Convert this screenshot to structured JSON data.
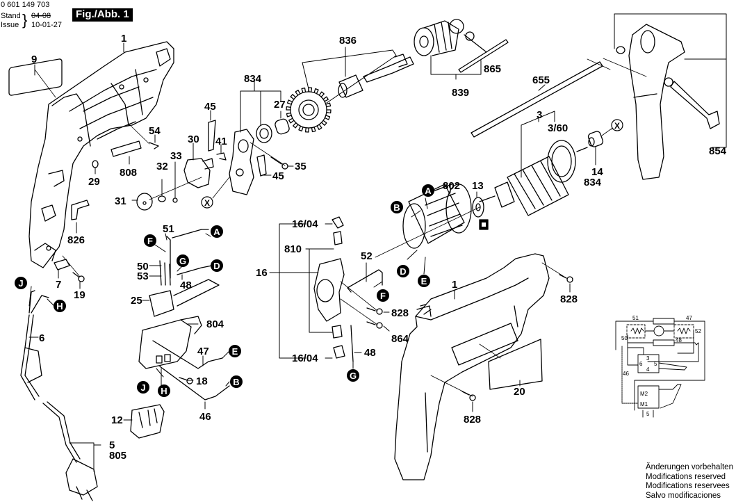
{
  "header": {
    "part_number": "0 601 149 703",
    "stand_label": "Stand",
    "issue_label": "Issue",
    "stand_date_struck": "04-08",
    "issue_date": "10-01-27",
    "figure_title": "Fig./Abb. 1"
  },
  "footer": {
    "modifications": [
      "Änderungen vorbehalten",
      "Modifications reserved",
      "Modifications reservees",
      "Salvo modificaciones"
    ]
  },
  "part_labels": [
    {
      "id": "housing-left",
      "text": "1"
    },
    {
      "id": "nameplate",
      "text": "9"
    },
    {
      "id": "clip-54",
      "text": "54"
    },
    {
      "id": "label-808",
      "text": "808"
    },
    {
      "id": "washer-29",
      "text": "29"
    },
    {
      "id": "part-31",
      "text": "31"
    },
    {
      "id": "part-32",
      "text": "32"
    },
    {
      "id": "part-33",
      "text": "33"
    },
    {
      "id": "part-30",
      "text": "30"
    },
    {
      "id": "part-45a",
      "text": "45"
    },
    {
      "id": "part-41",
      "text": "41"
    },
    {
      "id": "part-45b",
      "text": "45"
    },
    {
      "id": "part-35",
      "text": "35"
    },
    {
      "id": "part-834a",
      "text": "834"
    },
    {
      "id": "part-27",
      "text": "27"
    },
    {
      "id": "part-836",
      "text": "836"
    },
    {
      "id": "part-865",
      "text": "865"
    },
    {
      "id": "part-839",
      "text": "839"
    },
    {
      "id": "part-655",
      "text": "655"
    },
    {
      "id": "part-854",
      "text": "854"
    },
    {
      "id": "part-3",
      "text": "3"
    },
    {
      "id": "part-3-60",
      "text": "3/60"
    },
    {
      "id": "part-14",
      "text": "14"
    },
    {
      "id": "part-834b",
      "text": "834"
    },
    {
      "id": "part-13",
      "text": "13"
    },
    {
      "id": "part-802",
      "text": "802"
    },
    {
      "id": "part-826",
      "text": "826"
    },
    {
      "id": "part-7",
      "text": "7"
    },
    {
      "id": "part-19",
      "text": "19"
    },
    {
      "id": "part-6",
      "text": "6"
    },
    {
      "id": "part-5",
      "text": "5"
    },
    {
      "id": "part-805",
      "text": "805"
    },
    {
      "id": "part-12",
      "text": "12"
    },
    {
      "id": "part-51",
      "text": "51"
    },
    {
      "id": "part-50",
      "text": "50"
    },
    {
      "id": "part-53",
      "text": "53"
    },
    {
      "id": "part-48a",
      "text": "48"
    },
    {
      "id": "part-25",
      "text": "25"
    },
    {
      "id": "part-804",
      "text": "804"
    },
    {
      "id": "part-47",
      "text": "47"
    },
    {
      "id": "part-18",
      "text": "18"
    },
    {
      "id": "part-46",
      "text": "46"
    },
    {
      "id": "part-16-04a",
      "text": "16/04"
    },
    {
      "id": "part-810",
      "text": "810"
    },
    {
      "id": "part-16",
      "text": "16"
    },
    {
      "id": "part-16-04b",
      "text": "16/04"
    },
    {
      "id": "part-52",
      "text": "52"
    },
    {
      "id": "part-828a",
      "text": "828"
    },
    {
      "id": "part-864",
      "text": "864"
    },
    {
      "id": "part-48b",
      "text": "48"
    },
    {
      "id": "housing-right",
      "text": "1"
    },
    {
      "id": "part-828b",
      "text": "828"
    },
    {
      "id": "part-828c",
      "text": "828"
    },
    {
      "id": "part-20",
      "text": "20"
    }
  ],
  "connectors": {
    "A": "A",
    "B": "B",
    "D": "D",
    "E": "E",
    "F": "F",
    "G": "G",
    "H": "H",
    "J": "J",
    "X": "X"
  },
  "schematic": {
    "labels": [
      "51",
      "47",
      "52",
      "50",
      "48",
      "46",
      "3",
      "6",
      "5",
      "4",
      "M2",
      "M1",
      "5"
    ]
  }
}
